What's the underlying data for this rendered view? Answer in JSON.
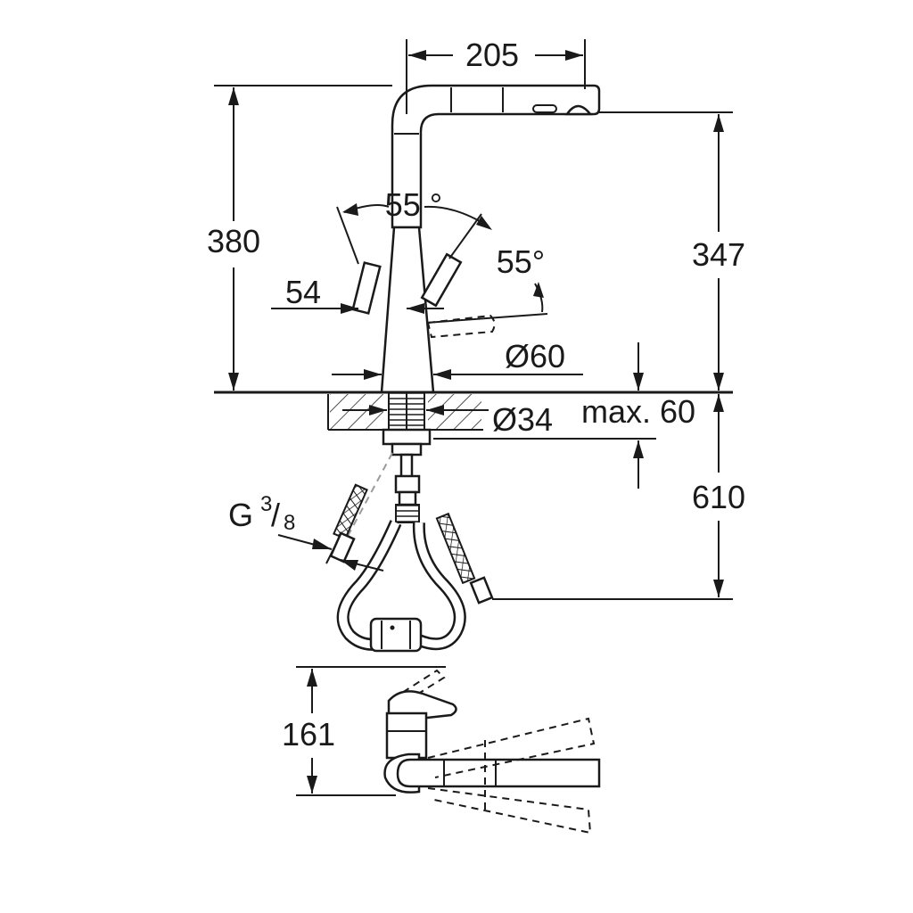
{
  "figure": {
    "dimensions": {
      "spout_reach": "205",
      "total_height": "380",
      "spout_height": "347",
      "lever_angle_left": "55 °",
      "lever_angle_right": "55°",
      "lever_offset": "54",
      "base_diameter": "Ø60",
      "hole_diameter": "Ø34",
      "max_deck_thickness": "max. 60",
      "hose_length": "610",
      "connection_thread_g": "G",
      "connection_thread_num": "3",
      "connection_thread_slash": "/",
      "connection_thread_den": "8",
      "side_view_height": "161"
    }
  }
}
